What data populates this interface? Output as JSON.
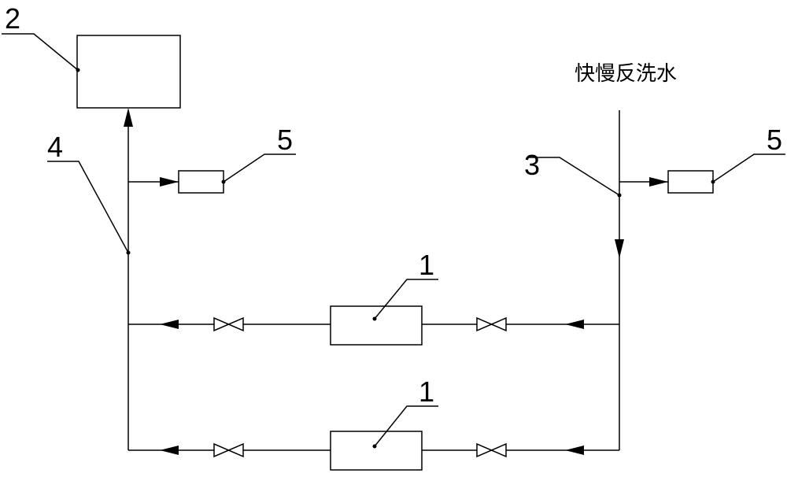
{
  "labels": {
    "caption": "快慢反洗水",
    "n_2": "2",
    "n_4": "4",
    "n_5a": "5",
    "n_5b": "5",
    "n_3": "3",
    "n_1a": "1",
    "n_1b": "1"
  }
}
